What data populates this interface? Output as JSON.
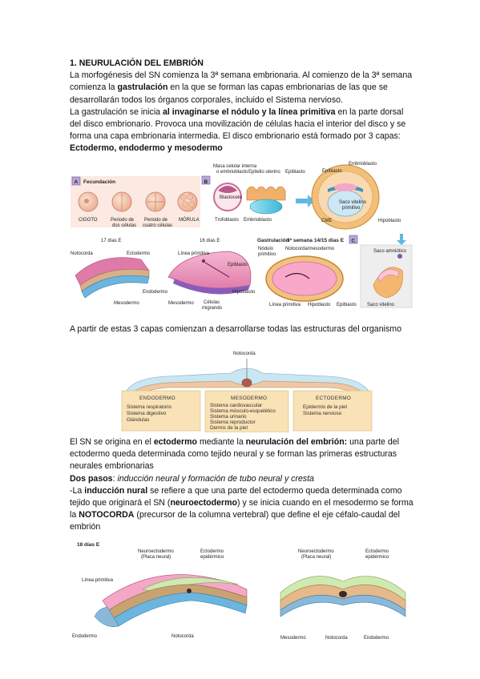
{
  "section": {
    "title": "1. NEURULACIÓN DEL EMBRIÓN",
    "p1": {
      "a": "La morfogénesis del SN comienza la 3ª semana embrionaria. Al comienzo de la 3ª semana comienza la ",
      "b": "gastrulación",
      "c": " en la que se forman las capas embrionarias de las que se desarrollarán todos los órganos corporales, incluido el Sistema nervioso."
    },
    "p2": {
      "a": "La gastrulación se inicia ",
      "b": "al invaginarse el nódulo y la línea primitiva",
      "c": " en la parte dorsal del disco embrionario. Provoca una movilización de células hacia el interior del disco y se forma una capa embrionaria intermedia. El disco embrionario está formado por 3 capas: ",
      "d": "Ectodermo, endodermo y mesodermo"
    },
    "p3": "A partir de estas 3 capas comienzan a desarrollarse todas las estructuras del organismo",
    "p4": {
      "a": "El SN se origina en el ",
      "b": "ectodermo",
      "c": " mediante la ",
      "d": "neurulación del embrión:",
      "e": " una parte del ectodermo queda determinada como tejido neural y se forman las primeras estructuras neurales embrionarias"
    },
    "p5": {
      "a": "Dos pasos",
      "b": ": ",
      "c": "inducción neural y formación de tubo neural y cresta"
    },
    "p6": {
      "a": "-La ",
      "b": "inducción nural",
      "c": " se refiere a que una parte del ectodermo queda determinada como tejido que originará el SN (",
      "d": "neuroectodermo",
      "e": ") y se inicia cuando en el mesodermo se forma la ",
      "f": "NOTOCORDA",
      "g": " (precursor de la columna vertebral) que define el eje céfalo-caudal del embrión"
    }
  },
  "figure1": {
    "panel_a": "A",
    "panel_b": "B",
    "panel_c": "C",
    "fecundacion": "Fecundación",
    "cigoto": "CIGOTO",
    "dos_celulas": [
      "Periodo de",
      "dos células"
    ],
    "cuatro_celulas": [
      "Periodo de",
      "cuatro células"
    ],
    "morula": "MÓRULA",
    "masa_celular": [
      "Masa celular interna",
      "o embrioblasto"
    ],
    "blastocele": "Blastocele",
    "trofoblasto": "Trofoblasto",
    "embrioblasto": "Embrioblasto",
    "epitelio": "Epitelio uterino",
    "epiblasto": "Epiblasto",
    "embrioblasto2": "Embrioblasto",
    "saco_vitelino": [
      "Saco vitelino",
      "primitivo"
    ],
    "cme": "CME",
    "hipoblasto": "Hipoblasto",
    "dias17": "17 días E",
    "dias16": "16 días E",
    "gastrulacion": "Gastrulación",
    "semana3": "3ª semana 14/15 días E",
    "notocorda": "Notocorda",
    "ectodermo": "Ectodermo",
    "endodermo": "Endodermo",
    "mesodermo": "Mesodermo",
    "linea_primitiva": "Línea primitiva",
    "epiblasto2": "Epiblasto",
    "hipoblasto2": "Hipoblasto",
    "mesodermo2": "Mesodermo",
    "celulas_migrando": [
      "Células",
      "migrando"
    ],
    "nodulo": [
      "Nódulo",
      "primitivo"
    ],
    "notocorda_meso": "Notocorda/mesodermo",
    "linea_primitiva2": "Línea primitiva",
    "hipoblasto3": "Hipoblasto",
    "epiblasto3": "Epiblasto",
    "saco_amniotico": "Saco amniótico",
    "saco_vitelino2": "Saco vitelino"
  },
  "figure2": {
    "notocorda": "Notocorda",
    "boxes": [
      {
        "title": "ENDODERMO",
        "items": [
          "Sistema respiratorio",
          "Sistema digestivo",
          "Glándulas"
        ]
      },
      {
        "title": "MESODERMO",
        "items": [
          "Sistema cardiovascular",
          "Sistema músculo-esquelético",
          "Sistema urinario",
          "Sistema reproductor",
          "Dermis de la piel"
        ]
      },
      {
        "title": "ECTODERMO",
        "items": [
          "Epidermis de la piel",
          "Sistema nervioso"
        ]
      }
    ]
  },
  "figure3": {
    "dias18": "18 días E",
    "neuroecto": [
      "Neuroectodermo",
      "(Placa neural)"
    ],
    "ecto_epi": [
      "Ectodermo",
      "epidérmico"
    ],
    "linea_primitiva": "Línea primitiva",
    "endodermo": "Endodermo",
    "notocorda": "Notocorda",
    "neuroecto2": [
      "Neuroectodermo",
      "(Placa neural)"
    ],
    "ecto_epi2": [
      "Ectodermo",
      "epidérmico"
    ],
    "mesodermo": "Mesodermo",
    "notocorda2": "Notocorda",
    "endodermo2": "Endodermo"
  }
}
